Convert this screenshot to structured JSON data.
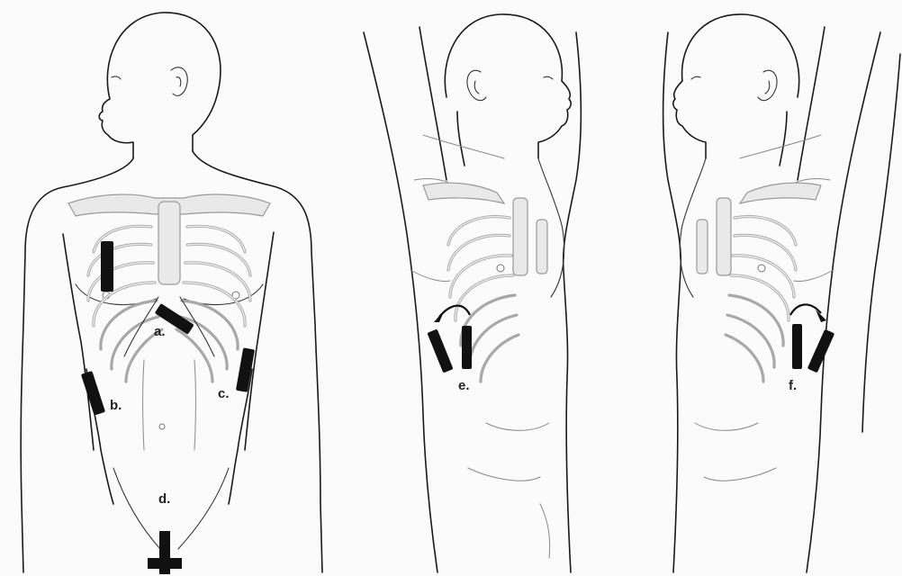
{
  "labels": {
    "a": "a.",
    "b": "b.",
    "c": "c.",
    "d": "d.",
    "e": "e.",
    "f": "f."
  },
  "colors": {
    "outline": "#1a1a1a",
    "bone": "#a8a8a8",
    "electrode": "#111111"
  }
}
